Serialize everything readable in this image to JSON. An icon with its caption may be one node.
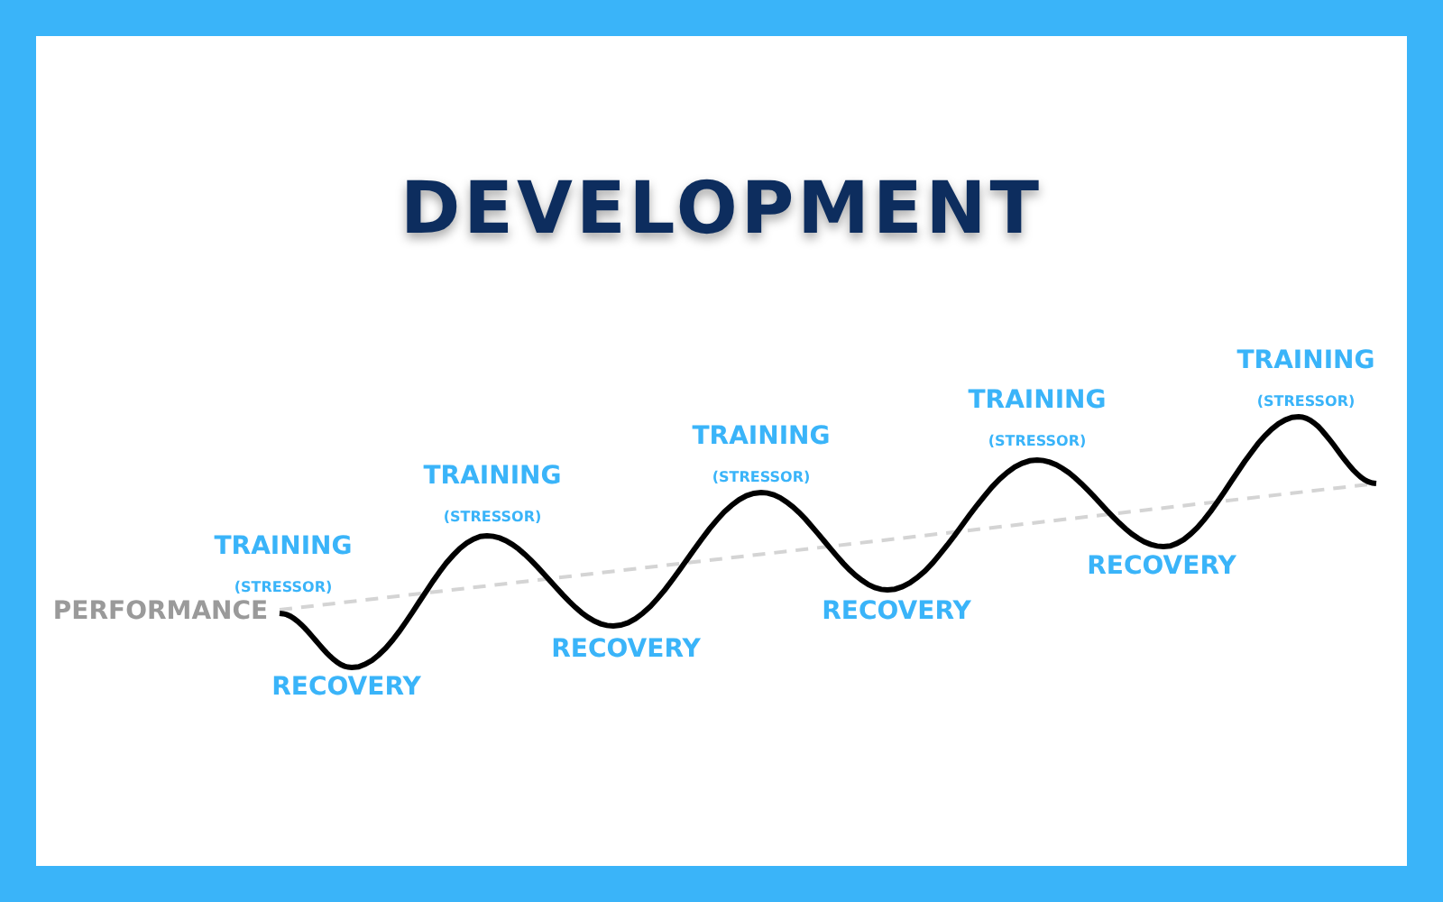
{
  "diagram": {
    "title": "DEVELOPMENT",
    "labels": [
      "PERFORMANCE",
      "TRAINING",
      "(STRESSOR)",
      "RECOVERY",
      "TRAINING",
      "(STRESSOR)",
      "RECOVERY",
      "TRAINING",
      "(STRESSOR)",
      "RECOVERY",
      "TRAINING",
      "(STRESSOR)",
      "RECOVERY",
      "TRAINING",
      "(STRESSOR)"
    ]
  }
}
